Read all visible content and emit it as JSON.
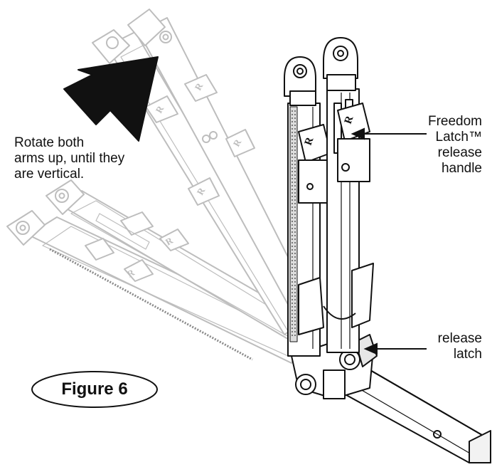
{
  "instruction": [
    "Rotate both",
    "arms up, until they",
    "are vertical."
  ],
  "callouts": {
    "freedom_latch": [
      "Freedom",
      "Latch™",
      "release",
      "handle"
    ],
    "release_latch": [
      "release",
      "latch"
    ]
  },
  "figure_label": "Figure 6",
  "logo_letter": "R",
  "colors": {
    "ink": "#111111",
    "ghost": "#b8b8b8",
    "metal": "#ffffff"
  }
}
